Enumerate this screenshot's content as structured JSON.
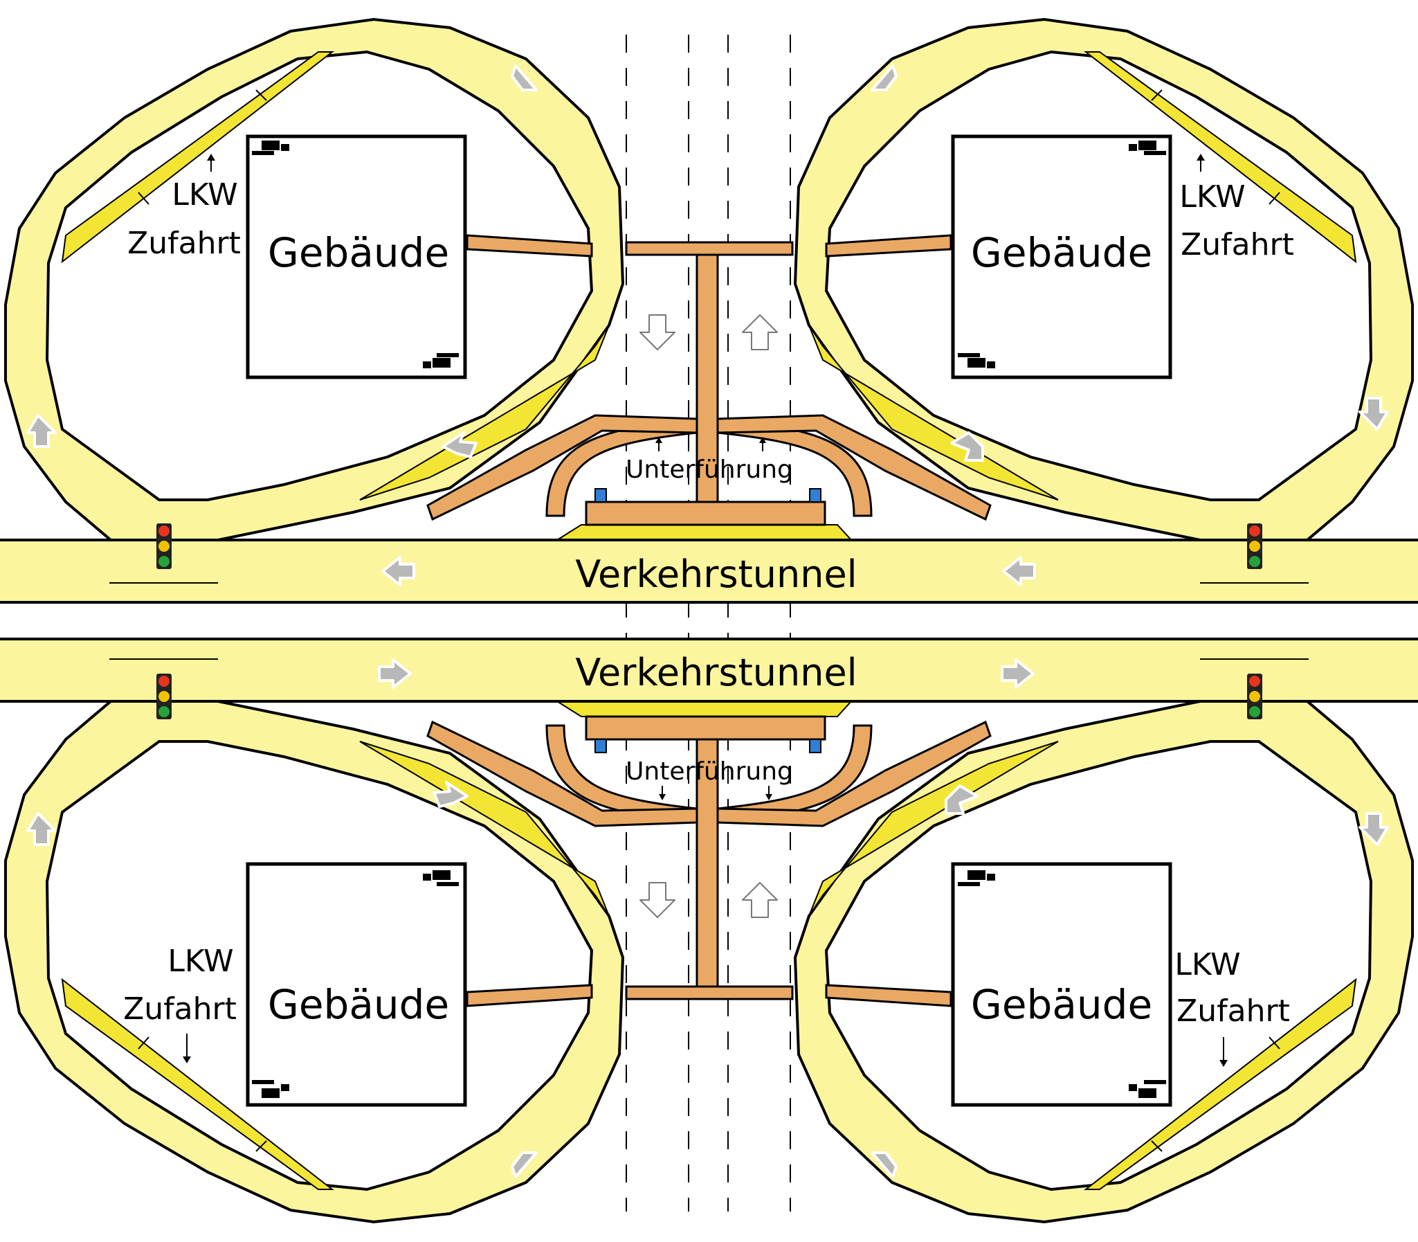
{
  "labels": {
    "tunnel_top": "Verkehrstunnel",
    "tunnel_bottom": "Verkehrstunnel",
    "building_tl": "Gebäude",
    "building_tr": "Gebäude",
    "building_bl": "Gebäude",
    "building_br": "Gebäude",
    "underpass_top": "Unterführung",
    "underpass_bottom": "Unterführung",
    "truck_tl_1": "LKW",
    "truck_tl_2": "Zufahrt",
    "truck_tr_1": "LKW",
    "truck_tr_2": "Zufahrt",
    "truck_bl_1": "LKW",
    "truck_bl_2": "Zufahrt",
    "truck_br_1": "LKW",
    "truck_br_2": "Zufahrt"
  },
  "colors": {
    "road": "#fbf59d",
    "truck_lane": "#f3e533",
    "footpath": "#e9a964",
    "direction_arrow": "#b8b8b8",
    "traffic_light_red": "#e8331e",
    "traffic_light_yellow": "#f2c200",
    "traffic_light_green": "#27a23a",
    "marker_blue": "#2f7fd6"
  },
  "icons": [
    "direction-arrow-icon",
    "traffic-light-icon",
    "vehicle-icon",
    "blue-marker-icon"
  ]
}
